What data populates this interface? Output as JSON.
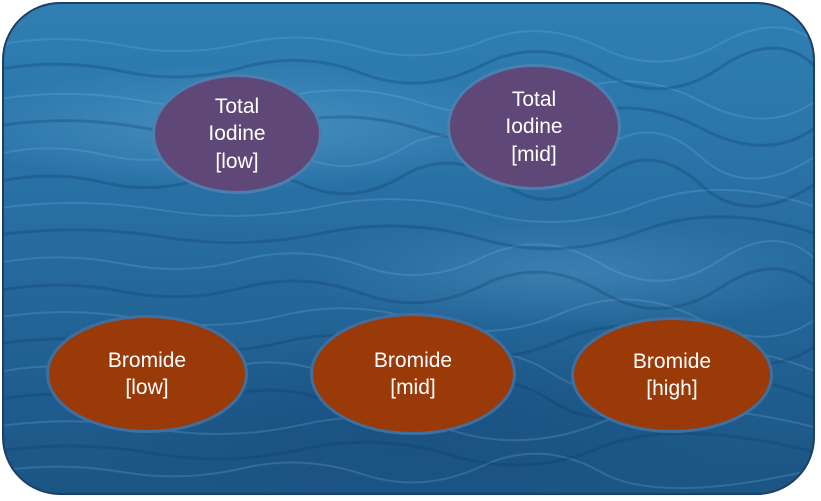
{
  "nodes": {
    "iodine_low": {
      "label": "Total\nIodine\n[low]"
    },
    "iodine_mid": {
      "label": "Total\nIodine\n[mid]"
    },
    "bromide_low": {
      "label": "Bromide\n[low]"
    },
    "bromide_mid": {
      "label": "Bromide\n[mid]"
    },
    "bromide_high": {
      "label": "Bromide\n[high]"
    }
  },
  "colors": {
    "iodine_fill": "#5f4878",
    "bromide_fill": "#9a3a08",
    "water": "#2a74a8",
    "frame_border": "#1d3f66"
  }
}
